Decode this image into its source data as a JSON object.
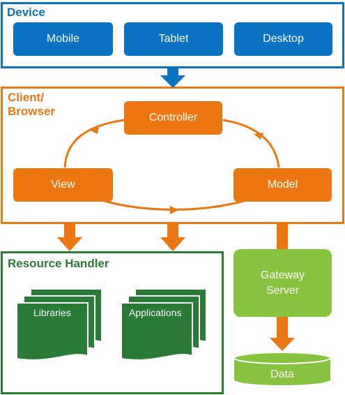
{
  "device": {
    "title": "Device",
    "items": [
      "Mobile",
      "Tablet",
      "Desktop"
    ]
  },
  "client": {
    "title": "Client/ Browser",
    "controller": "Controller",
    "view": "View",
    "model": "Model"
  },
  "resource_handler": {
    "title": "Resource Handler",
    "libraries": "Libraries",
    "applications": "Applications"
  },
  "gateway": {
    "label": "Gateway Server"
  },
  "data_store": {
    "label": "Data"
  },
  "colors": {
    "blue": "#0a72c2",
    "orange": "#ec7711",
    "dark_green": "#2a7b35",
    "light_green": "#86c440"
  }
}
